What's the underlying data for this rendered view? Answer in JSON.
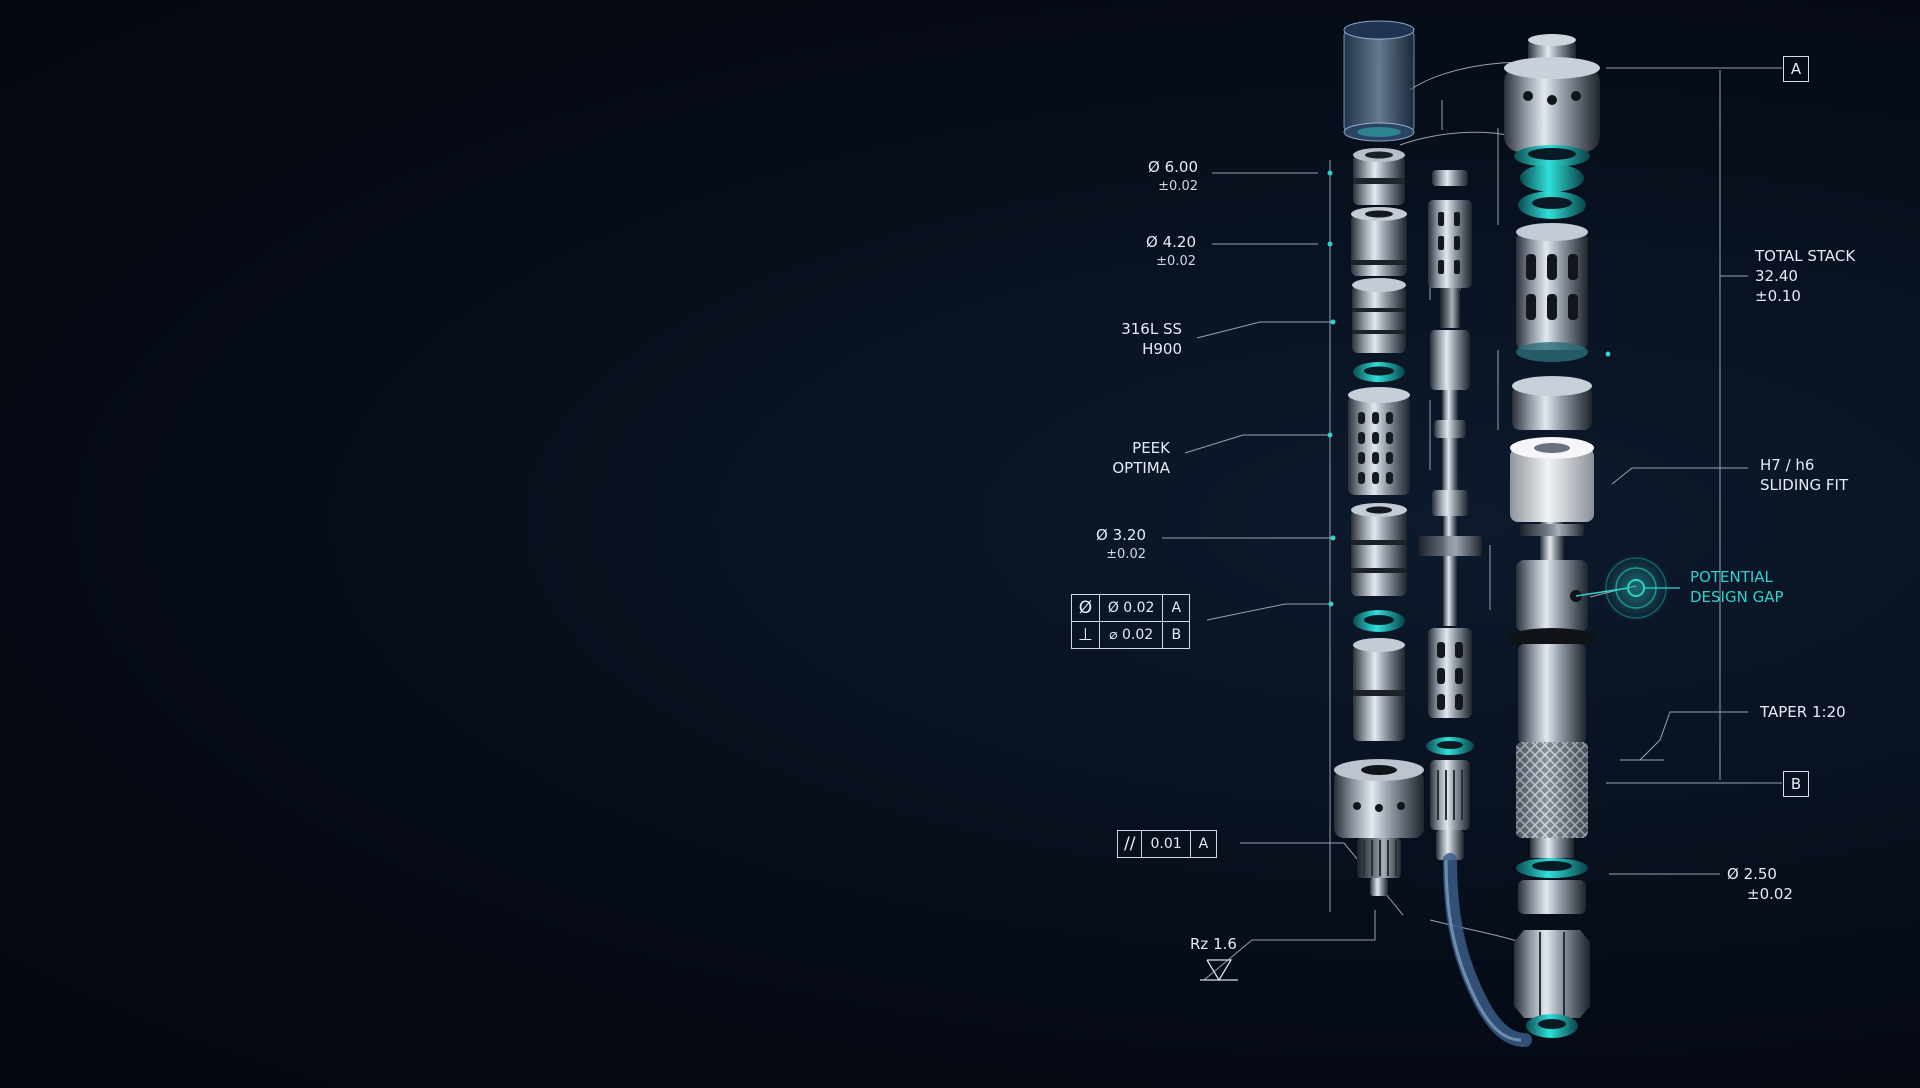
{
  "annotations": {
    "dia_600": {
      "value": "Ø 6.00",
      "tol": "±0.02"
    },
    "dia_420": {
      "value": "Ø 4.20",
      "tol": "±0.02"
    },
    "material_1": {
      "line1": "316L SS",
      "line2": "H900"
    },
    "material_2": {
      "line1": "PEEK",
      "line2": "OPTIMA"
    },
    "dia_320": {
      "value": "Ø 3.20",
      "tol": "±0.02"
    },
    "fcf_1": [
      {
        "symbol": "Ø",
        "tolerance": "Ø 0.02",
        "datum": "A"
      },
      {
        "symbol": "⊥",
        "tolerance": "⌀ 0.02",
        "datum": "B"
      }
    ],
    "fcf_2": {
      "symbol": "//",
      "tolerance": "0.01",
      "datum": "A"
    },
    "roughness": {
      "value": "Rz 1.6"
    },
    "datum_a": "A",
    "datum_b": "B",
    "total_stack": {
      "line1": "TOTAL STACK",
      "line2": "32.40",
      "line3": "±0.10"
    },
    "fit": {
      "line1": "H7 / h6",
      "line2": "SLIDING FIT"
    },
    "gap": {
      "line1": "POTENTIAL",
      "line2": "DESIGN GAP"
    },
    "taper": "TAPER 1:20",
    "dia_250": {
      "value": "Ø 2.50",
      "tol": "±0.02"
    }
  },
  "colors": {
    "background": "#050a14",
    "accent": "#2fd3cd",
    "metal": "#9aa3ad",
    "line": "#cfd8e3"
  },
  "icons": {
    "roughness_symbol": "surface-finish-triangle-icon",
    "gap_marker": "target-ring-icon"
  }
}
